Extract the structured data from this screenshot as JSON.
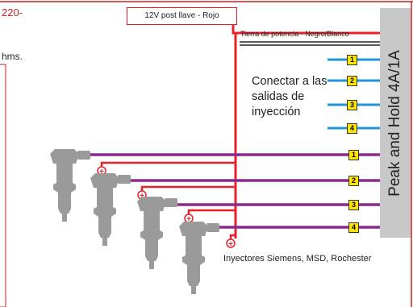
{
  "fragments": {
    "top_left": "220-",
    "mid_left": "hms."
  },
  "power_label": "12V post llave - Rojo",
  "ground_label": "Tierra de potencia - Negro/Blanco",
  "instruction": "Conectar a las salidas de inyección",
  "module_label": "Peak and Hold 4A/1A",
  "injector_brands": "Inyectores Siemens, MSD, Rochester",
  "output_numbers": [
    "1",
    "2",
    "3",
    "4"
  ],
  "injector_numbers": [
    "1",
    "2",
    "3",
    "4"
  ],
  "polarity_symbol": "+",
  "colors": {
    "power_wire": "#e8202a",
    "injector_wire": "#8a2a8a",
    "output_wire": "#2196d6",
    "ground_wire": "#222222",
    "module": "#c8c8c8",
    "injector": "#9a9a9a",
    "tag": "#ffe400",
    "border": "#d21f1f"
  }
}
